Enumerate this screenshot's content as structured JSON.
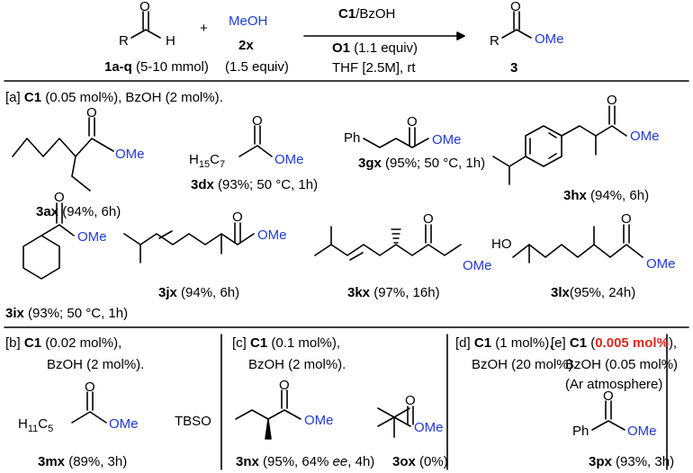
{
  "header": {
    "aldehyde": {
      "R": "R",
      "O": "O",
      "H": "H",
      "label": "1a-q",
      "amount": "(5-10 mmol)"
    },
    "plus": "+",
    "methanol": {
      "formula": "MeOH",
      "label": "2x",
      "amount": "(1.5 equiv)"
    },
    "conditions": {
      "catalyst": "C1",
      "acid": "/BzOH",
      "oxidant": "O1",
      "oxidant_equiv": "(1.1 equiv)",
      "solvent": "THF [2.5M], rt"
    },
    "product": {
      "R": "R",
      "O": "O",
      "OMe": "OMe",
      "label": "3"
    }
  },
  "section_a": {
    "tag": "[a]",
    "catalyst": "C1",
    "loading": "(0.05 mol%), BzOH (2 mol%).",
    "compounds": [
      {
        "id": "3ax",
        "cond": "(94%, 6h)"
      },
      {
        "id": "3dx",
        "cond": "(93%; 50 °C, 1h)"
      },
      {
        "id": "3gx",
        "cond": "(95%; 50 °C, 1h)"
      },
      {
        "id": "3hx",
        "cond": "(94%, 6h)"
      },
      {
        "id": "3ix",
        "cond": "(93%; 50 °C, 1h)"
      },
      {
        "id": "3jx",
        "cond": "(94%, 6h)"
      },
      {
        "id": "3kx",
        "cond": "(97%, 16h)"
      },
      {
        "id": "3lx",
        "cond": "(95%, 24h)"
      }
    ]
  },
  "atoms": {
    "O": "O",
    "OMe": "OMe",
    "Ph": "Ph",
    "HO": "HO",
    "H": "H",
    "C": "C",
    "TBSO": "TBSO",
    "h15": "15",
    "c7": "7",
    "h11": "11",
    "c5": "5"
  },
  "section_b": {
    "tag": "[b]",
    "catalyst": "C1",
    "line1": "(0.02 mol%),",
    "line2": "BzOH (2 mol%).",
    "id": "3mx",
    "cond": "(89%, 3h)"
  },
  "section_c": {
    "tag": "[c]",
    "catalyst": "C1",
    "line1": "(0.1 mol%),",
    "line2": "BzOH (2 mol%).",
    "id": "3nx",
    "cond_pre": "(95%, 64%",
    "ee": "ee",
    "cond_post": ", 4h)"
  },
  "section_d": {
    "tag": "[d]",
    "catalyst": "C1",
    "line1": "(1 mol%),",
    "line2": "BzOH (20 mol%).",
    "id": "3ox",
    "cond": "(0%)"
  },
  "section_e": {
    "tag": "[e]",
    "catalyst": "C1",
    "open": "(",
    "highlight": "0.005 mol%",
    "close": "),",
    "line2": "BzOH (0.05 mol%)",
    "line3": "(Ar atmosphere)",
    "id": "3px",
    "cond": "(93%, 3h)"
  }
}
